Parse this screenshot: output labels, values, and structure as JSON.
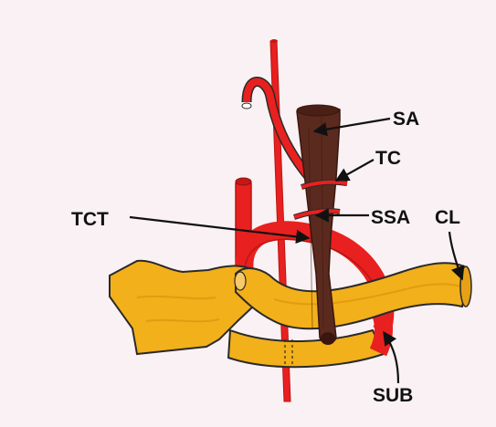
{
  "labels": {
    "sa": "SA",
    "tc": "TC",
    "tct": "TCT",
    "ssa": "SSA",
    "cl": "CL",
    "sub": "SUB"
  },
  "colors": {
    "background": "#f9f1f3",
    "artery": "#e8201f",
    "artery_dark": "#b91513",
    "scalene": "#5b2a1e",
    "scalene_dark": "#3a160f",
    "clavicle": "#f2b01a",
    "clavicle_dark": "#d7900c",
    "outline": "#2a2a2a",
    "arrow": "#111111"
  },
  "icons": [
    "arrow-head-icon"
  ]
}
